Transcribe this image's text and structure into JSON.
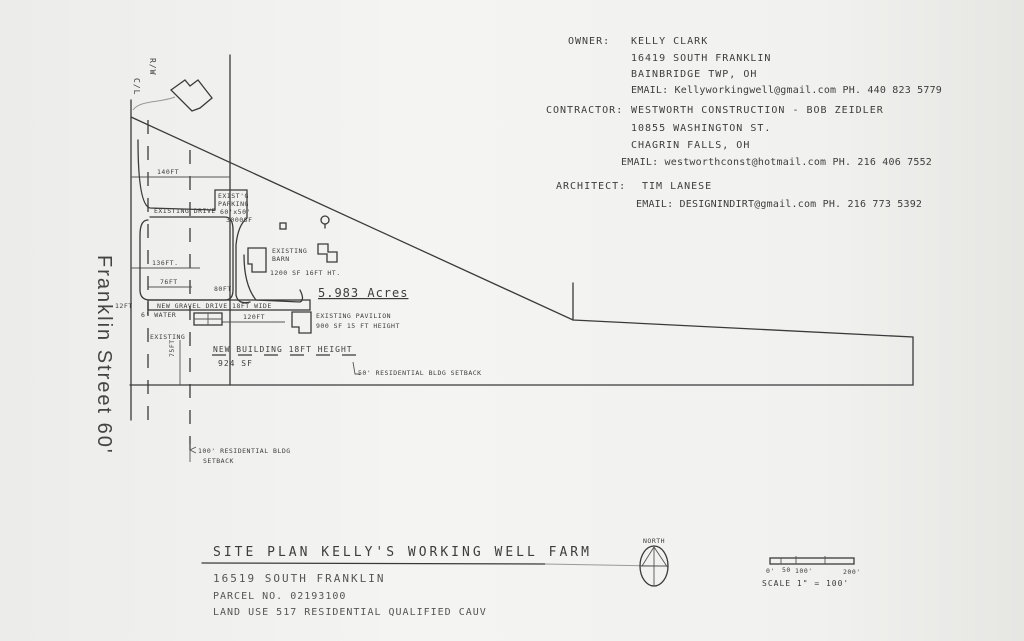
{
  "owner": {
    "label": "OWNER:",
    "name": "KELLY CLARK",
    "address1": "16419 SOUTH FRANKLIN",
    "address2": "BAINBRIDGE TWP, OH",
    "email_line": "EMAIL: Kellyworkingwell@gmail.com  PH. 440 823 5779"
  },
  "contractor": {
    "label": "CONTRACTOR:",
    "name": "WESTWORTH CONSTRUCTION - BOB ZEIDLER",
    "address1": "10855 WASHINGTON ST.",
    "address2": "CHAGRIN FALLS, OH",
    "email_line": "EMAIL: westworthconst@hotmail.com  PH. 216 406 7552"
  },
  "architect": {
    "label": "ARCHITECT:",
    "name": "TIM LANESE",
    "email_line": "EMAIL: DESIGNINDIRT@gmail.com  PH. 216 773 5392"
  },
  "plan": {
    "centerline": "C/L",
    "right_of_way": "R/W",
    "street": "Franklin Street  60'",
    "dim_140": "140FT",
    "dim_136": "136FT.",
    "dim_76": "76FT",
    "dim_80": "80FT",
    "dim_120": "120FT",
    "dim_12": "12FT",
    "dim_6": "6' WATER",
    "dim_75": "75FT",
    "existing_label": "EXISTING",
    "existing_drive": "EXISTING DRIVE",
    "existing_parking": [
      "EXIST'G",
      "PARKING",
      "60'x50'",
      "3000SF"
    ],
    "barn": [
      "EXISTING",
      "BARN",
      "1200 SF 16FT HT."
    ],
    "acres": "5.983  Acres",
    "new_drive": "NEW GRAVEL DRIVE 18FT WIDE",
    "pavilion": [
      "EXISTING PAVILION",
      "900 SF  15 FT HEIGHT"
    ],
    "new_building": [
      "NEW BUILDING 18FT HEIGHT",
      "924 SF"
    ],
    "setback_50": "50' RESIDENTIAL BLDG SETBACK",
    "setback_100": [
      "100' RESIDENTIAL BLDG",
      "SETBACK"
    ]
  },
  "title_block": {
    "title": "SITE PLAN KELLY'S WORKING WELL FARM",
    "address": "16519  SOUTH  FRANKLIN",
    "parcel": "PARCEL NO. 02193100",
    "land_use": "LAND USE 517 RESIDENTIAL QUALIFIED CAUV",
    "north": "NORTH",
    "scale_ticks": [
      "0'",
      "50",
      "100'",
      "200'"
    ],
    "scale": "SCALE  1\" = 100'"
  }
}
